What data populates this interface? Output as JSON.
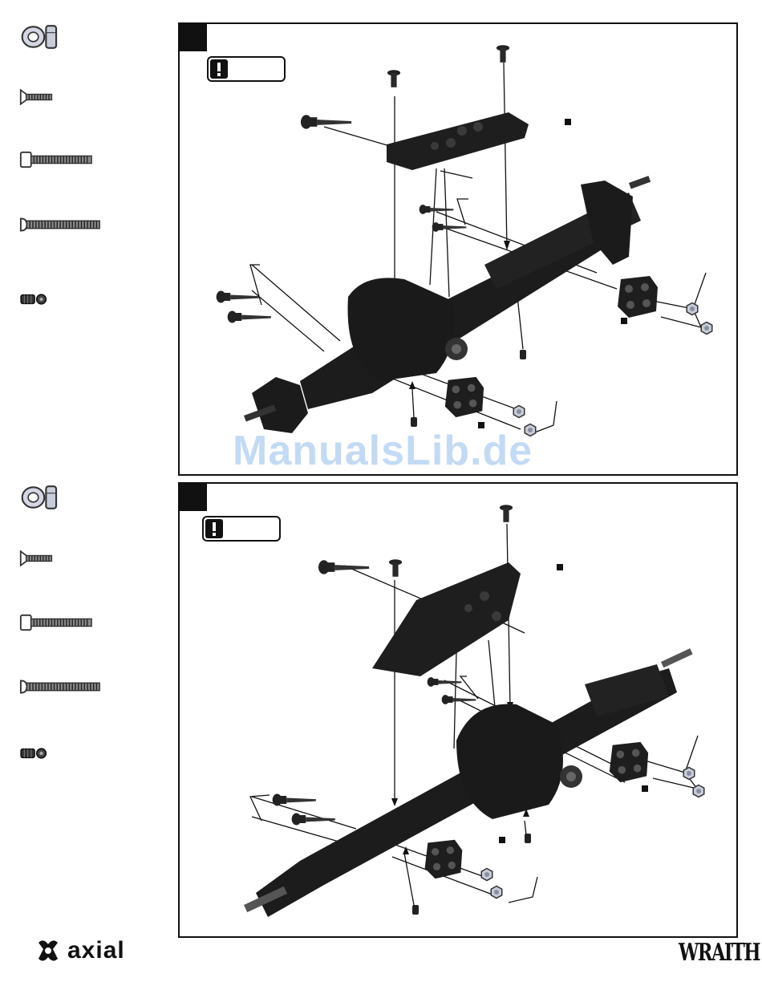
{
  "page": {
    "watermark": "ManualsLib.de"
  },
  "brand": {
    "logo_text": "axial",
    "model_logo_text": "WRAITH",
    "icon": "axial-logo-icon"
  },
  "parts_legend": {
    "icons": [
      "locknut-icon",
      "flat-head-screw-icon",
      "cap-head-screw-icon",
      "button-head-screw-icon",
      "set-screw-icon"
    ]
  },
  "steps": [
    {
      "icon": "front-axle-assembly-drawing",
      "note_icon": "caution-icon"
    },
    {
      "icon": "rear-axle-assembly-drawing",
      "note_icon": "caution-icon"
    }
  ],
  "colors": {
    "part_black": "#1c1c1c",
    "nut_silver": "#c8ccd8",
    "line": "#111111",
    "watermark": "#b9d4f3"
  }
}
